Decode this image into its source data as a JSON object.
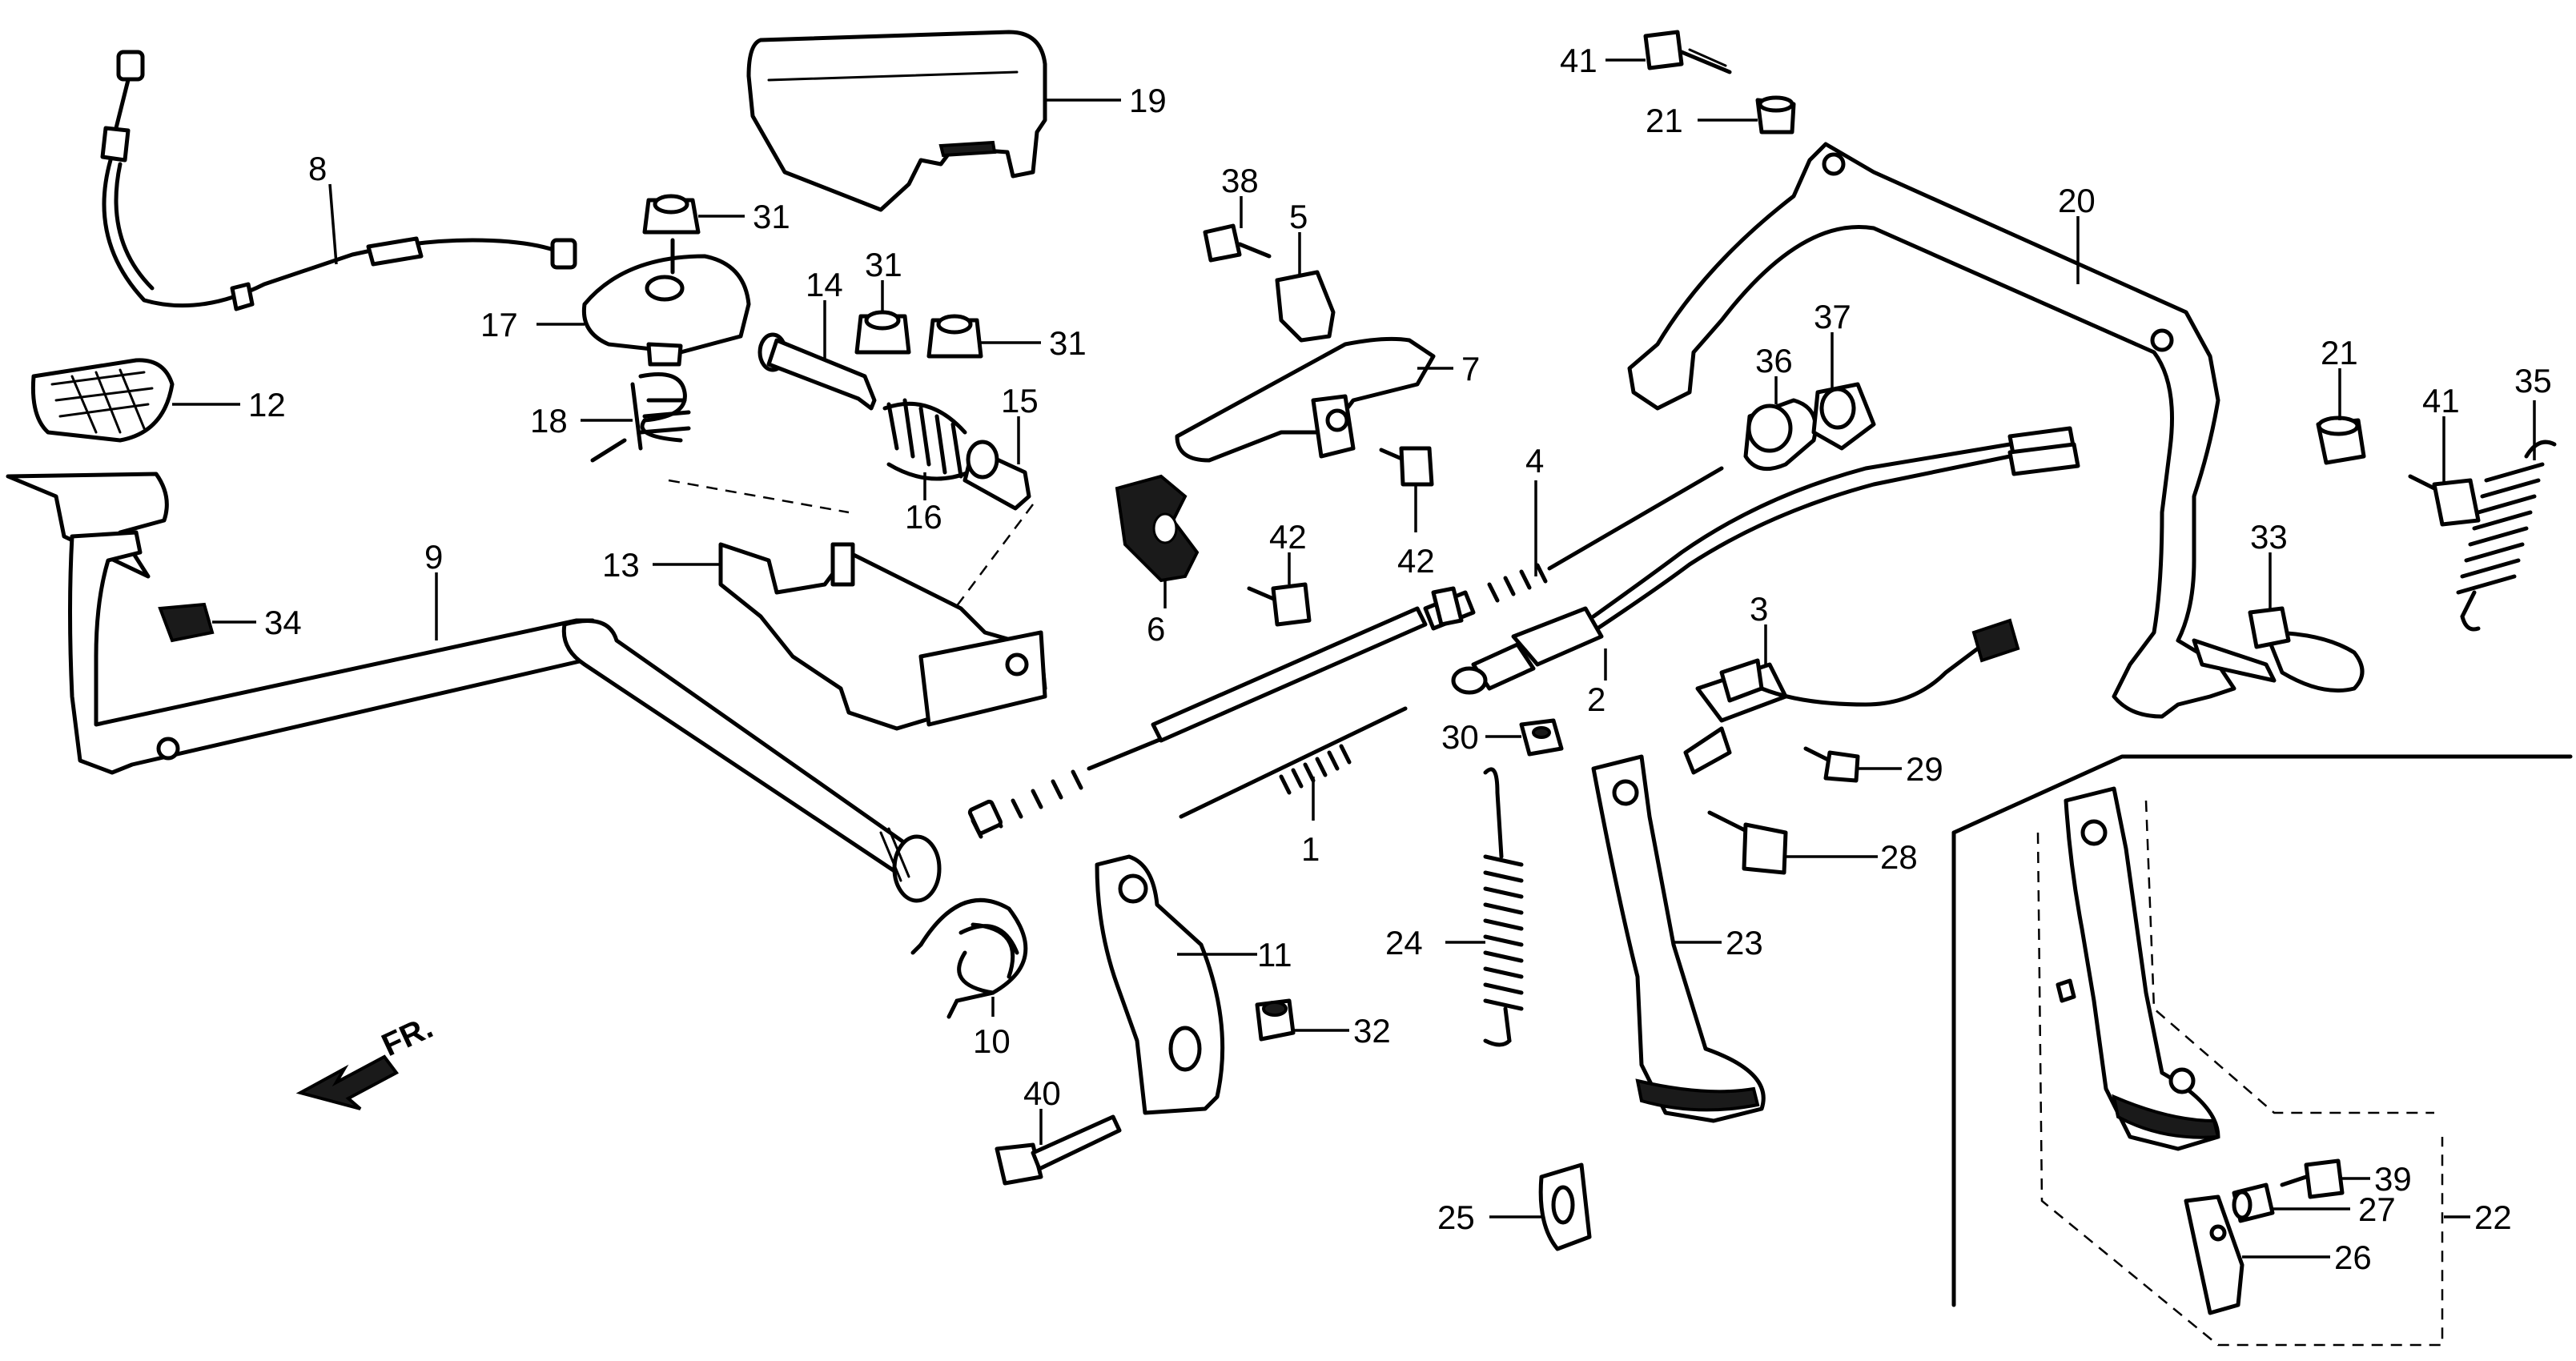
{
  "diagram": {
    "direction_marker": "FR.",
    "callouts": {
      "c1": "1",
      "c2": "2",
      "c3": "3",
      "c4": "4",
      "c5": "5",
      "c6": "6",
      "c7": "7",
      "c8": "8",
      "c9": "9",
      "c10": "10",
      "c11": "11",
      "c12": "12",
      "c13": "13",
      "c14": "14",
      "c15": "15",
      "c16": "16",
      "c17": "17",
      "c18": "18",
      "c19": "19",
      "c20": "20",
      "c21a": "21",
      "c21b": "21",
      "c22": "22",
      "c23": "23",
      "c24": "24",
      "c25": "25",
      "c26": "26",
      "c27": "27",
      "c28": "28",
      "c29": "29",
      "c30": "30",
      "c31a": "31",
      "c31b": "31",
      "c31c": "31",
      "c32": "32",
      "c33": "33",
      "c34": "34",
      "c35": "35",
      "c36": "36",
      "c37": "37",
      "c38": "38",
      "c39": "39",
      "c40": "40",
      "c41a": "41",
      "c41b": "41",
      "c42a": "42",
      "c42b": "42"
    }
  }
}
